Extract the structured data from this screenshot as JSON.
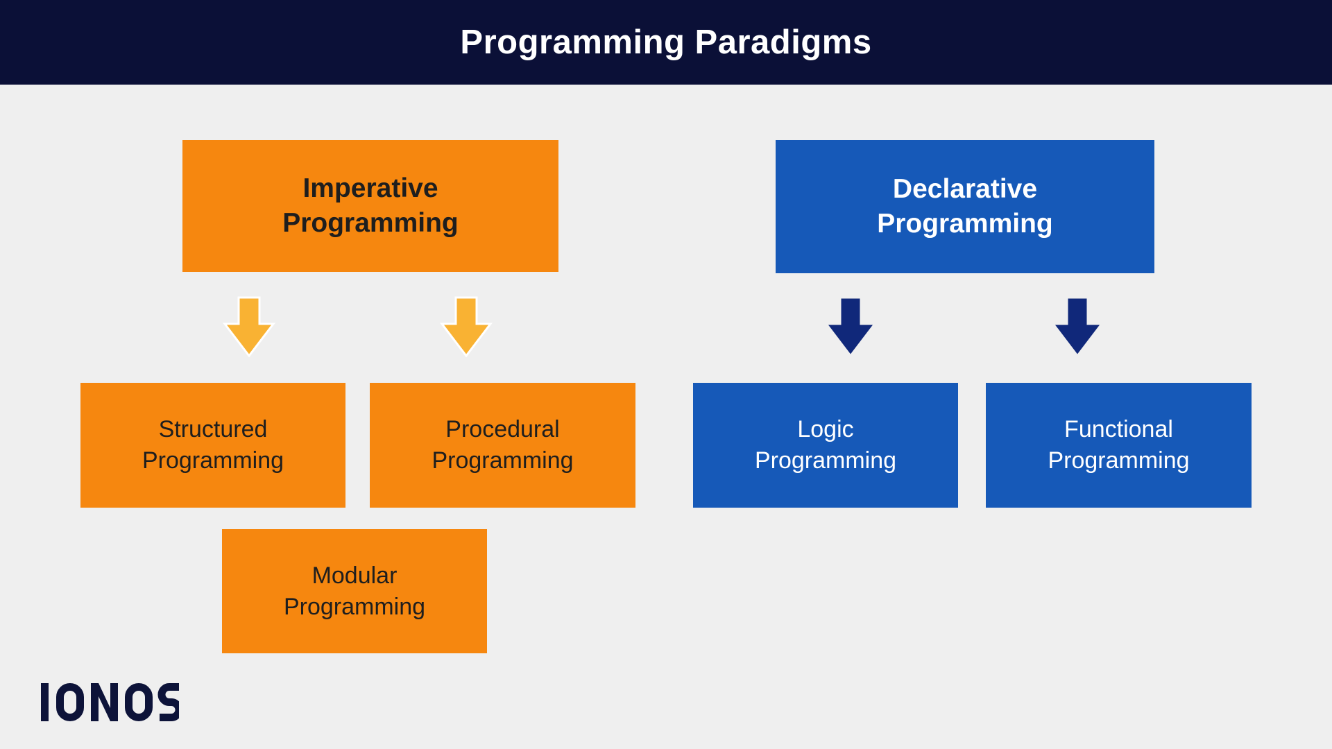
{
  "header": {
    "title": "Programming Paradigms"
  },
  "imperative": {
    "title": "Imperative\nProgramming",
    "children": [
      {
        "label": "Structured\nProgramming"
      },
      {
        "label": "Procedural\nProgramming"
      },
      {
        "label": "Modular\nProgramming"
      }
    ]
  },
  "declarative": {
    "title": "Declarative\nProgramming",
    "children": [
      {
        "label": "Logic\nProgramming"
      },
      {
        "label": "Functional\nProgramming"
      }
    ]
  },
  "logo": {
    "text": "IONOS"
  },
  "colors": {
    "background": "#EFEFEF",
    "header_navy": "#0B1037",
    "box_orange": "#F6870F",
    "box_blue": "#1659B8",
    "arrow_orange": "#F9B233",
    "arrow_navy": "#10287A",
    "logo_navy": "#0D1339",
    "title_text": "#FFFFFF",
    "orange_box_text": "#1E1E1E",
    "blue_box_text": "#FFFFFF"
  }
}
